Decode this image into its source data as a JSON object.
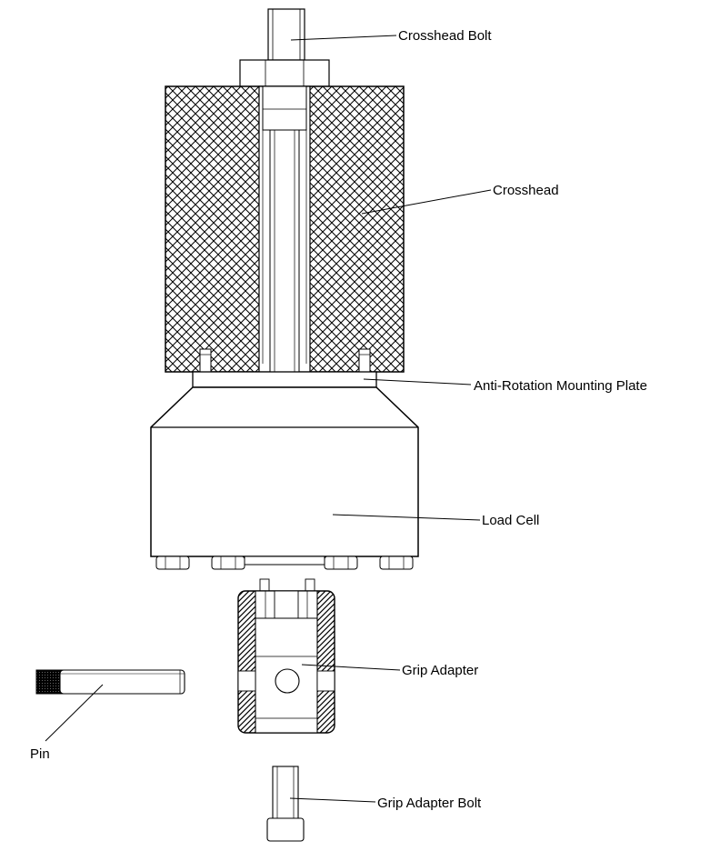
{
  "diagram": {
    "labels": {
      "crosshead_bolt": "Crosshead Bolt",
      "crosshead": "Crosshead",
      "anti_rotation_plate": "Anti-Rotation Mounting Plate",
      "load_cell": "Load Cell",
      "grip_adapter": "Grip Adapter",
      "pin": "Pin",
      "grip_adapter_bolt": "Grip Adapter Bolt"
    }
  }
}
